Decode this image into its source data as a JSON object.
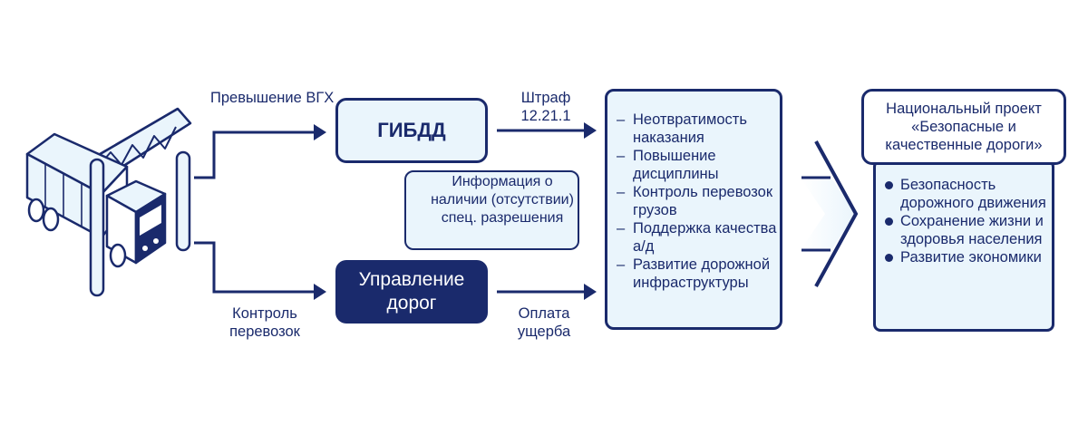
{
  "labels": {
    "excess": "Превышение ВГХ",
    "control": "Контроль перевозок",
    "fine": "Штраф 12.21.1",
    "payment": "Оплата ущерба"
  },
  "boxes": {
    "gibdd": "ГИБДД",
    "roads": "Управление дорог",
    "info": "Информация о наличии (отсутствии) спец. разрешения"
  },
  "effects": [
    "Неотвратимость наказания",
    "Повышение дисциплины",
    "Контроль перевозок грузов",
    "Поддержка качества а/д",
    "Развитие дорожной инфраструктуры"
  ],
  "effect_marker": "–",
  "national": {
    "title": "Национальный проект «Безопасные и качественные дороги»",
    "items": [
      "Безопасность дорожного движения",
      "Сохранение жизни и здоровья населения",
      "Развитие экономики"
    ]
  },
  "colors": {
    "primary": "#1a2a6c",
    "light_fill": "#eaf5fc",
    "white": "#ffffff"
  }
}
